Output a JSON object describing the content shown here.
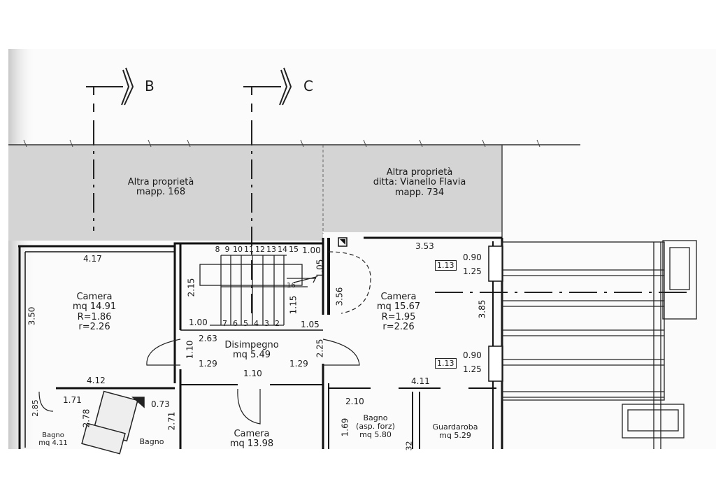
{
  "sections": {
    "b": "B",
    "c": "C"
  },
  "properties": [
    {
      "title": "Altra proprietà",
      "line2": "mapp. 168"
    },
    {
      "title": "Altra proprietà",
      "line2": "ditta: Vianello Flavia",
      "line3": "mapp. 734"
    }
  ],
  "rooms": {
    "camera_left": {
      "name": "Camera",
      "area": "mq 14.91",
      "R": "R=1.86",
      "r": "r=2.26"
    },
    "camera_right": {
      "name": "Camera",
      "area": "mq 15.67",
      "R": "R=1.95",
      "r": "r=2.26"
    },
    "disimpegno": {
      "name": "Disimpegno",
      "area": "mq 5.49"
    },
    "camera_bottom": {
      "name": "Camera",
      "area": "mq 13.98"
    },
    "bagno_asp": {
      "name": "Bagno",
      "sub": "(asp. forz)",
      "area": "mq 5.80"
    },
    "guardaroba": {
      "name": "Guardaroba",
      "area": "mq 5.29"
    },
    "bagno_left": {
      "name": "Bagno",
      "area": "mq 4.11"
    },
    "bagno_mid": {
      "name": "Bagno"
    }
  },
  "stairs": {
    "top_steps": [
      "8",
      "9",
      "10",
      "11",
      "12",
      "13",
      "14",
      "15"
    ],
    "bottom_steps": [
      "7",
      "6",
      "5",
      "4",
      "3",
      "2"
    ],
    "landing_step": "16"
  },
  "dims": {
    "d_417": "4.17",
    "d_350": "3.50",
    "d_215": "2.15",
    "d_100a": "1.00",
    "d_100b": "1.00",
    "d_105a": "1.05",
    "d_115": "1.15",
    "d_105b": "1.05",
    "d_263": "2.63",
    "d_110a": "1.10",
    "d_225": "2.25",
    "d_129a": "1.29",
    "d_129b": "1.29",
    "d_110b": "1.10",
    "d_412": "4.12",
    "d_353": "3.53",
    "d_356": "3.56",
    "d_385": "3.85",
    "d_090a": "0.90",
    "d_125a": "1.25",
    "d_113a": "1.13",
    "d_090b": "0.90",
    "d_125b": "1.25",
    "d_113b": "1.13",
    "d_411": "4.11",
    "d_210": "2.10",
    "d_169": "1.69",
    "d_285": "2.85",
    "d_171": "1.71",
    "d_278": "2.78",
    "d_073": "0.73",
    "d_271": "2.71",
    "d_32": "32"
  }
}
